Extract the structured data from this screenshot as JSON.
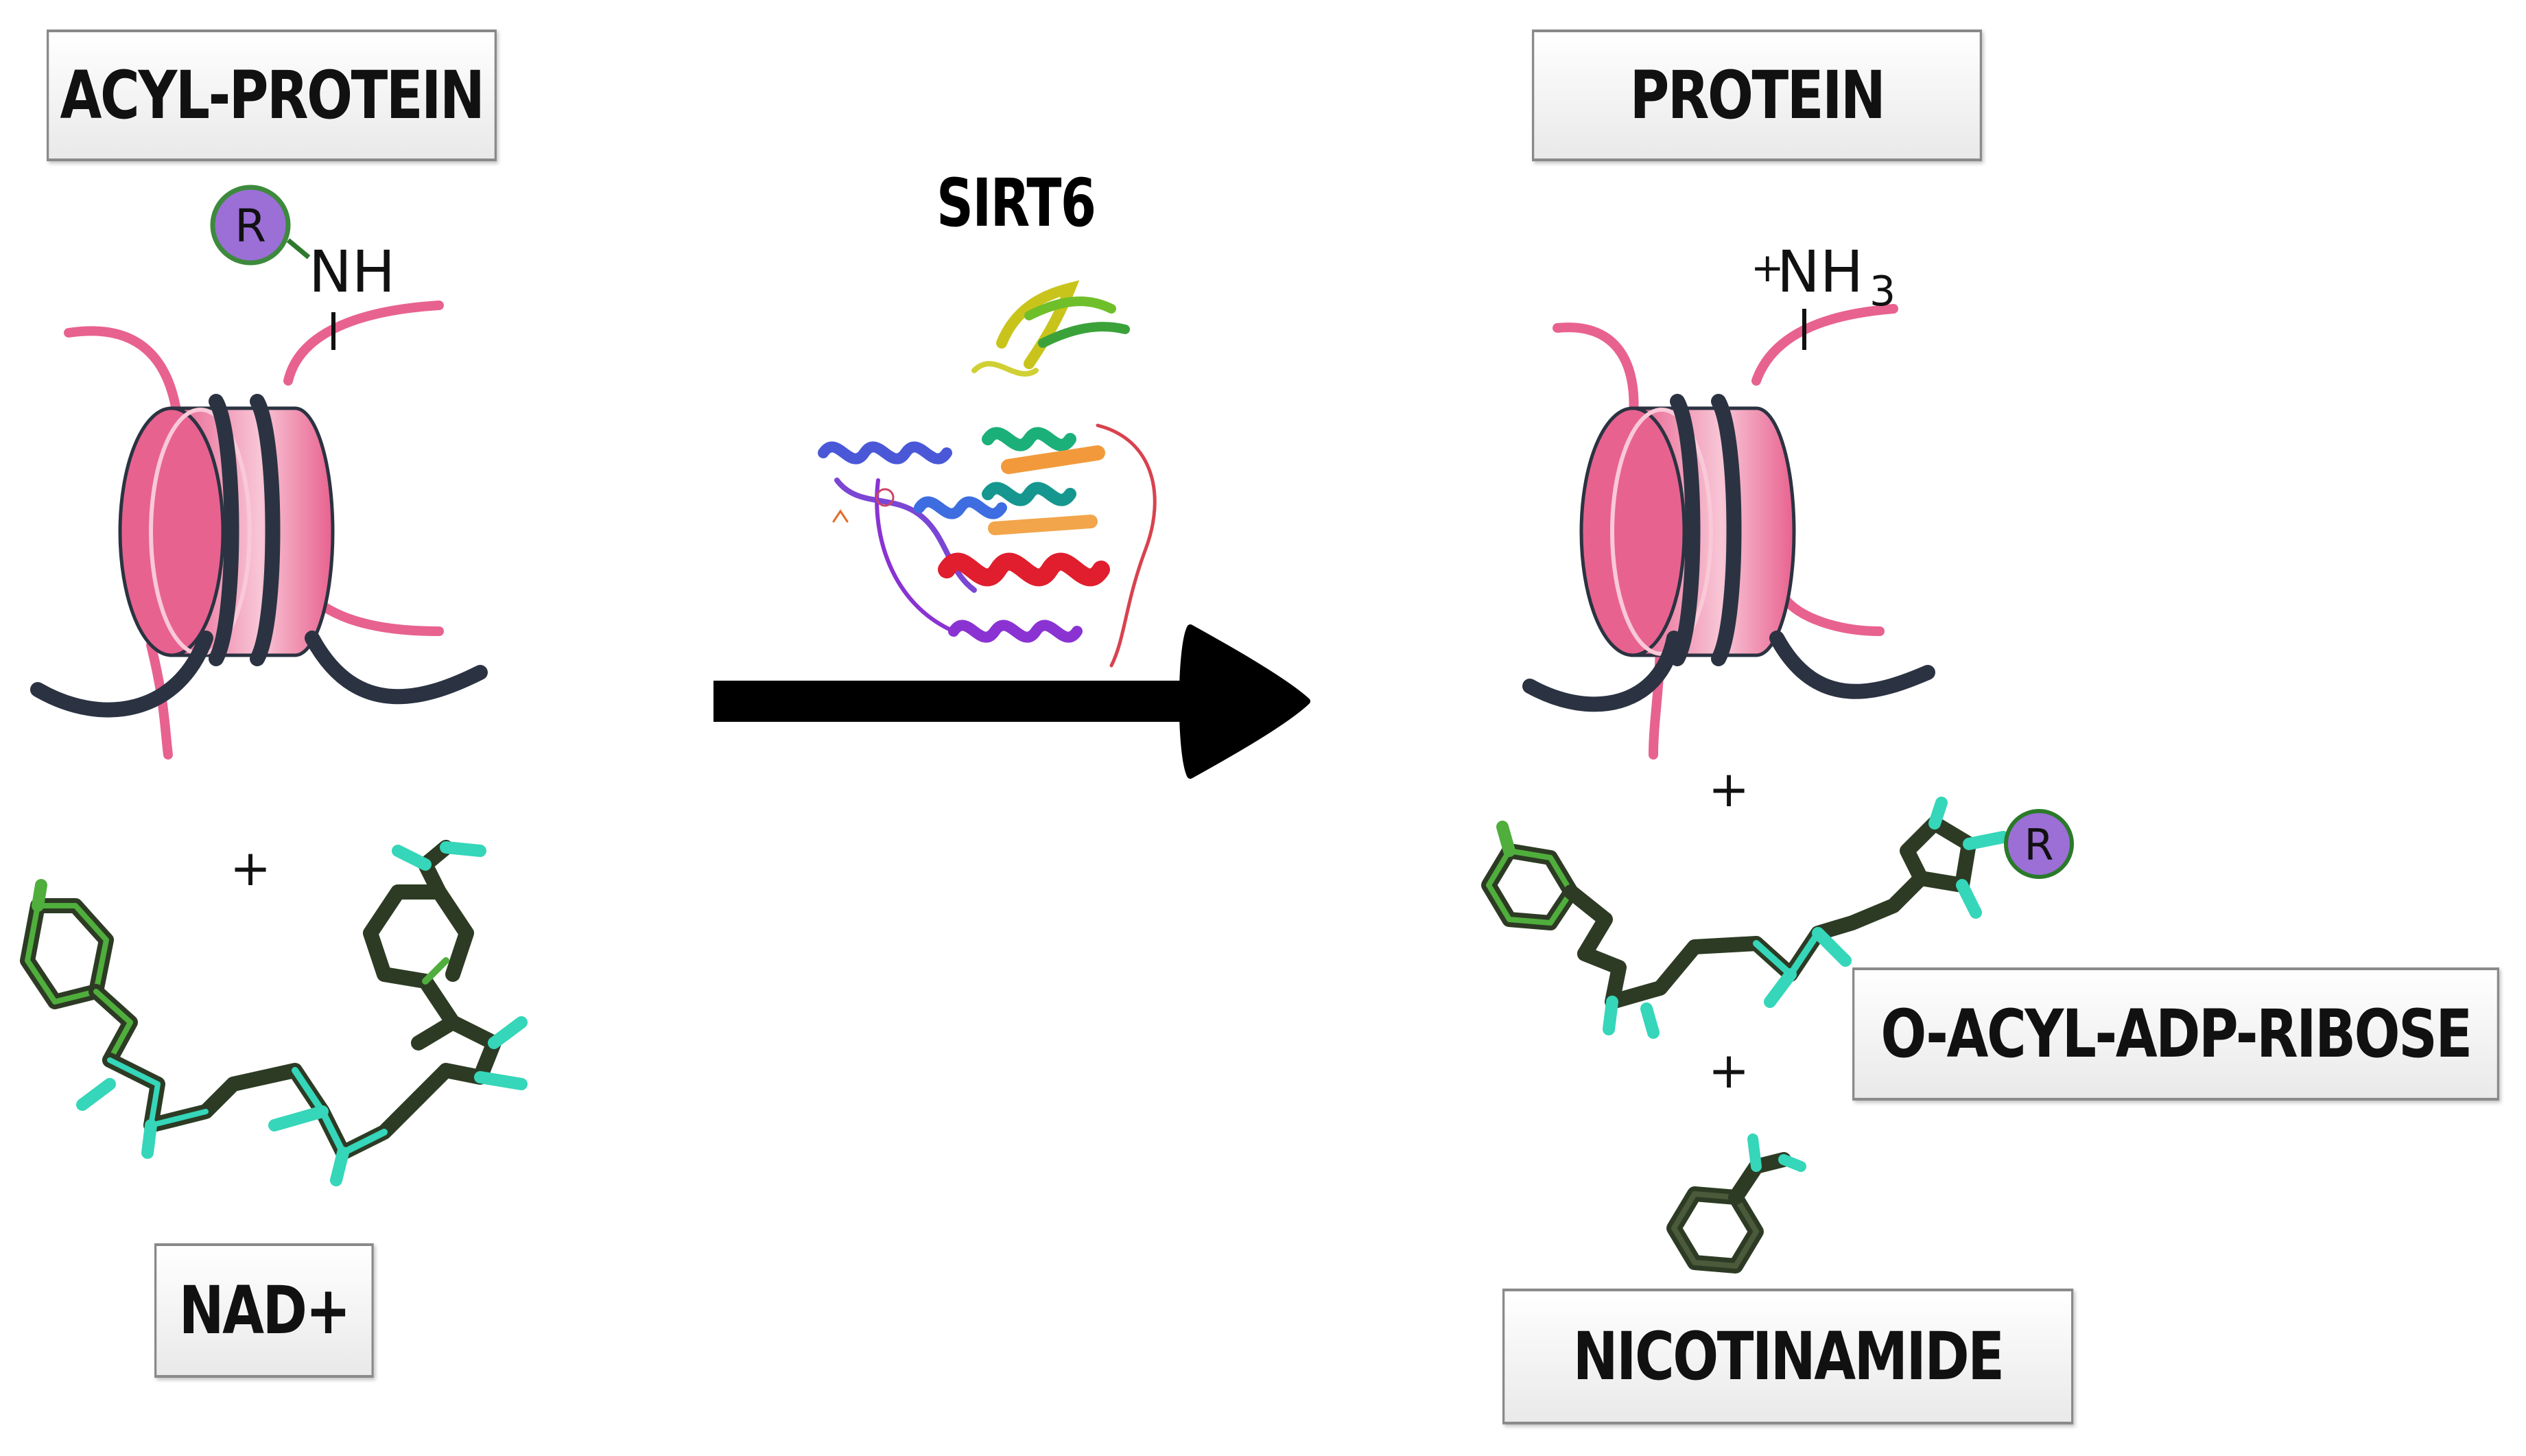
{
  "labels": {
    "acyl_protein": "ACYL-PROTEIN",
    "protein": "PROTEIN",
    "enzyme": "SIRT6",
    "nad": "NAD+",
    "o_acyl_adp_ribose": "O-ACYL-ADP-RIBOSE",
    "nicotinamide": "NICOTINAMIDE"
  },
  "chem": {
    "r_group": "R",
    "nh": "NH",
    "nh3_plus": "+",
    "nh3_main": "NH",
    "nh3_sub": "3",
    "plus": "+"
  },
  "colors": {
    "histone_pink": "#e8628f",
    "histone_light": "#f7b3cb",
    "dna_dark": "#2b3342",
    "r_group_purple": "#9b6fd6",
    "arrow": "#000000",
    "molecule_dark": "#2d3b24",
    "molecule_green": "#4fae3c",
    "molecule_cyan": "#35d6b9"
  },
  "icons": {
    "nucleosome_left": "nucleosome-icon",
    "nucleosome_right": "nucleosome-icon",
    "protein_structure": "sirt6-protein-structure-icon",
    "reaction_arrow": "arrow-right-icon"
  }
}
